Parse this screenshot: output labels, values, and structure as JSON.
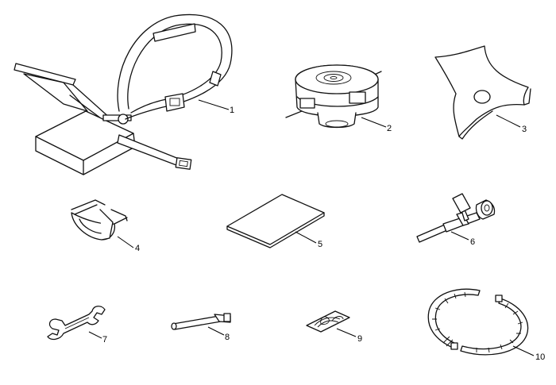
{
  "parts": [
    {
      "id": "harness",
      "number": "1"
    },
    {
      "id": "trimmer-head",
      "number": "2"
    },
    {
      "id": "blade",
      "number": "3"
    },
    {
      "id": "blade-guard-clip",
      "number": "4"
    },
    {
      "id": "manual",
      "number": "5"
    },
    {
      "id": "spark-plug-wrench",
      "number": "6"
    },
    {
      "id": "open-wrench",
      "number": "7"
    },
    {
      "id": "hex-key",
      "number": "8"
    },
    {
      "id": "line-card",
      "number": "9"
    },
    {
      "id": "blade-cover",
      "number": "10"
    }
  ]
}
